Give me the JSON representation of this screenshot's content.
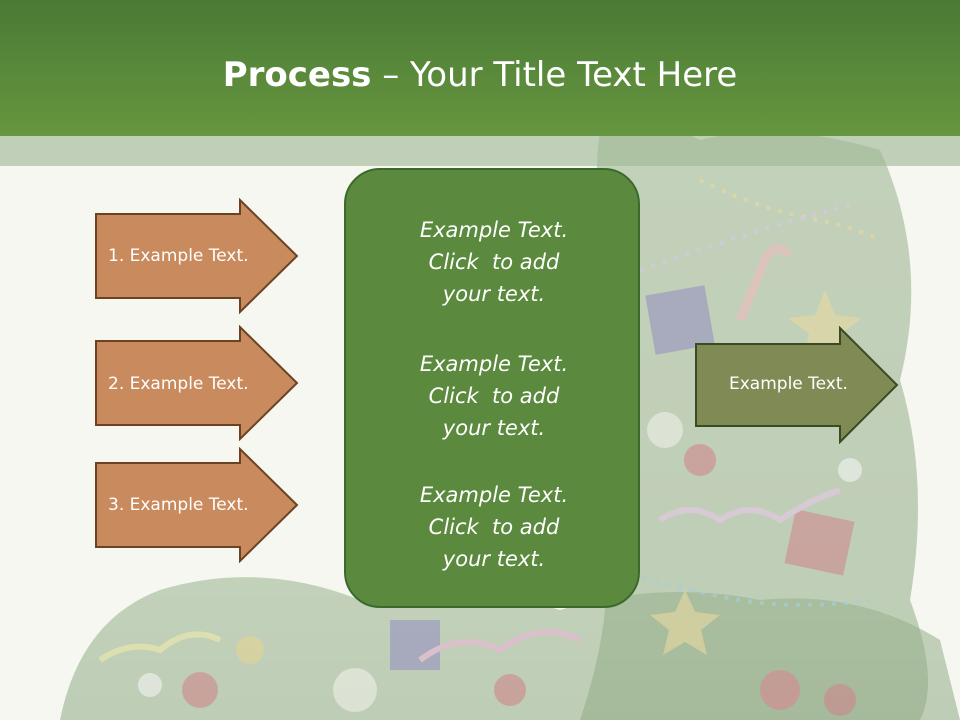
{
  "title": {
    "bold": "Process",
    "rest": " – Your Title Text Here"
  },
  "left_steps": [
    {
      "label": "1. Example Text."
    },
    {
      "label": "2. Example Text."
    },
    {
      "label": "3. Example Text."
    }
  ],
  "center_box": {
    "paragraphs": [
      {
        "lines": [
          "Example Text.",
          "Click  to add",
          "your text."
        ]
      },
      {
        "lines": [
          "Example Text.",
          "Click  to add",
          "your text."
        ]
      },
      {
        "lines": [
          "Example Text.",
          "Click  to add",
          "your text."
        ]
      }
    ]
  },
  "output": {
    "label": "Example Text."
  },
  "colors": {
    "header": "#5b8a3e",
    "step_arrow_fill": "#c98a5d",
    "step_arrow_border": "#6b4322",
    "center_fill": "#5b8a3e",
    "output_fill": "#7f8a55"
  }
}
